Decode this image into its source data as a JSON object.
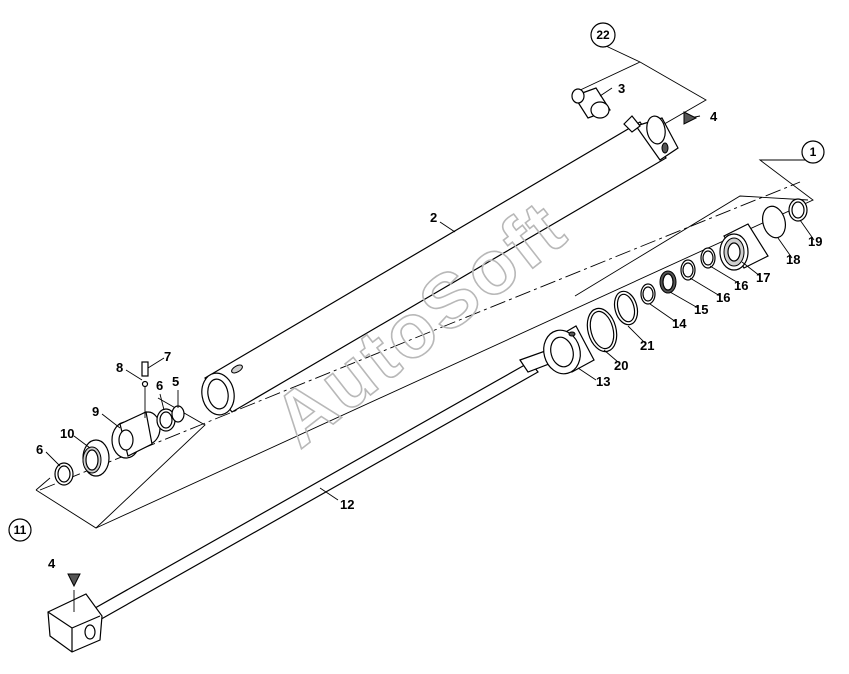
{
  "watermark": "AutoSoft",
  "callouts": {
    "c1": "1",
    "c2": "2",
    "c3": "3",
    "c4a": "4",
    "c4b": "4",
    "c5": "5",
    "c6a": "6",
    "c6b": "6",
    "c7": "7",
    "c8": "8",
    "c9": "9",
    "c10": "10",
    "c11": "11",
    "c12": "12",
    "c13": "13",
    "c14": "14",
    "c15": "15",
    "c16a": "16",
    "c16b": "16",
    "c17": "17",
    "c18": "18",
    "c19": "19",
    "c20": "20",
    "c21": "21",
    "c22": "22"
  }
}
